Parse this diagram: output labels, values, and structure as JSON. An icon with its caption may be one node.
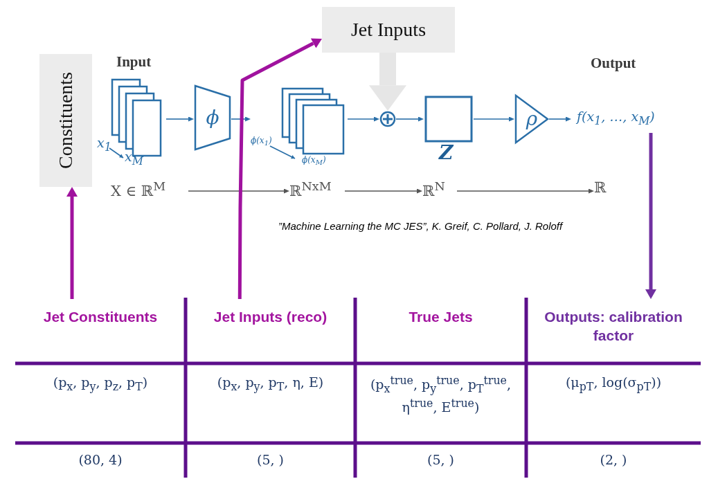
{
  "diagram": {
    "nodes": [
      {
        "text": [
          "Constituents"
        ]
      },
      {
        "text": [
          "Jet Inputs"
        ]
      },
      {
        "text": [
          "Input",
          "x$_{1}$",
          "x$_{M}$"
        ]
      },
      {
        "text": [
          "ϕ"
        ]
      },
      {
        "text": [
          "ϕ(x$_{1}$)",
          "ϕ(x$_{M}$)"
        ]
      },
      {
        "text": [],
        "shape": "circle"
      },
      {
        "text": [
          "Z"
        ]
      },
      {
        "text": [
          "ρ"
        ]
      },
      {
        "text": [
          "Output",
          "f(x$_{1}$, …, x$_{M}$)"
        ]
      },
      {
        "text": [
          "X ∈ ℝ$^{M}$"
        ]
      },
      {
        "text": [
          "ℝ$^{NxM}$"
        ]
      },
      {
        "text": [
          "ℝ$^{N}$"
        ]
      },
      {
        "text": [
          "ℝ"
        ]
      },
      {
        "text": [
          "Jet Constituents"
        ]
      },
      {
        "text": [
          "Jet Inputs (reco)"
        ]
      },
      {
        "text": [
          "True Jets"
        ]
      },
      {
        "text": [
          "Outputs: calibration factor"
        ]
      }
    ],
    "edges": [
      {
        "from": 2,
        "to": 3,
        "arrow": "to"
      },
      {
        "from": 3,
        "to": 4,
        "arrow": "to"
      },
      {
        "from": 4,
        "to": 5,
        "arrow": "to"
      },
      {
        "from": 1,
        "to": 5,
        "arrow": "to",
        "style": "thick",
        "color": "#e6e6e6"
      },
      {
        "from": 5,
        "to": 6,
        "arrow": "to"
      },
      {
        "from": 6,
        "to": 7,
        "arrow": "to"
      },
      {
        "from": 7,
        "to": 8,
        "arrow": "to"
      },
      {
        "from": 9,
        "to": 10,
        "arrow": "to",
        "color": "#555555"
      },
      {
        "from": 10,
        "to": 11,
        "arrow": "to",
        "color": "#555555"
      },
      {
        "from": 11,
        "to": 12,
        "arrow": "to",
        "color": "#555555"
      },
      {
        "from": 13,
        "to": 0,
        "arrow": "to",
        "style": "thick",
        "color": "#a0129e"
      },
      {
        "from": 14,
        "to": 1,
        "arrow": "to",
        "style": "thick",
        "color": "#a0129e"
      },
      {
        "from": 8,
        "to": 16,
        "arrow": "to",
        "style": "thick",
        "color": "#7030a0"
      }
    ],
    "labels": [
      "”Machine Learning the MC JES”, K. Greif, C. Pollard, J. Roloff",
      "(p$_{x}$, p$_{y}$, p$_{z}$, p$_{T}$)",
      "(p$_{x}$, p$_{y}$, p$_{T}$, η, E)",
      "(p$_{x}$$^{true}$, p$_{y}$$^{true}$, p$_{T}$$^{true}$, η$^{true}$, E$^{true}$)",
      "(μ$_{pT}$, log(σ$_{pT}$))",
      "(80, 4)",
      "(5, )",
      "(5, )",
      "(2, )"
    ]
  }
}
